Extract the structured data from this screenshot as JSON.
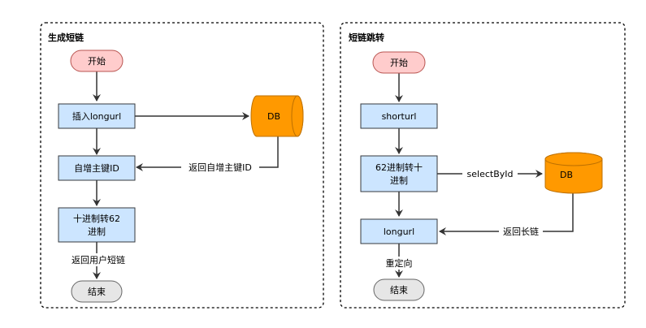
{
  "panels": [
    {
      "title": "生成短链",
      "nodes": {
        "start": "开始",
        "insert": "插入longurl",
        "auto_id": "自增主键ID",
        "to62_line1": "十进制转62",
        "to62_line2": "进制",
        "db": "DB",
        "end": "结束"
      },
      "edges": {
        "return_id": "返回自增主键ID",
        "return_short": "返回用户短链"
      }
    },
    {
      "title": "短链跳转",
      "nodes": {
        "start": "开始",
        "shorturl": "shorturl",
        "to10_line1": "62进制转十",
        "to10_line2": "进制",
        "longurl": "longurl",
        "db": "DB",
        "end": "结束"
      },
      "edges": {
        "select": "selectById",
        "return_long": "返回长链",
        "redirect": "重定向"
      }
    }
  ],
  "colors": {
    "start_fill": "#ffcccc",
    "start_stroke": "#b85450",
    "process_fill": "#cce5ff",
    "process_stroke": "#36393d",
    "db_fill": "#ff9900",
    "db_stroke": "#bd7000",
    "end_fill": "#e6e6e6",
    "end_stroke": "#666666",
    "line": "#333333"
  }
}
